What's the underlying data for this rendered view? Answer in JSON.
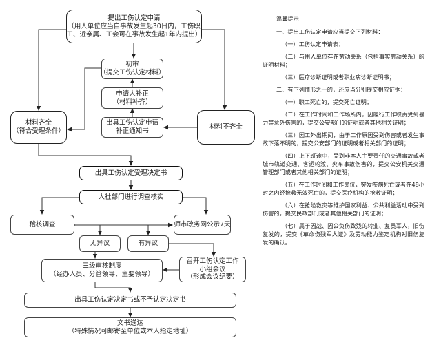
{
  "flowchart": {
    "apply": {
      "line1": "提出工伤认定申请",
      "line2": "（用人单位应当自事故发生起30日内，工伤职",
      "line3": "工、近亲属、工会可在事故发生起1年内提出）"
    },
    "initial_review": {
      "line1": "初审",
      "line2": "（提交工伤认定材料）"
    },
    "supplement": {
      "line1": "申请人补正",
      "line2": "（材料补齐）"
    },
    "supplement_notice": {
      "line1": "出具工伤认定申请",
      "line2": "补正通知书"
    },
    "materials_complete": {
      "line1": "材料齐全",
      "line2": "（符合受理条件）"
    },
    "materials_incomplete": {
      "line1": "材料不齐全"
    },
    "acceptance_decision": {
      "line1": "出具工伤认定受理决定书"
    },
    "investigation": {
      "line1": "人社部门进行调查核实"
    },
    "audit": {
      "line1": "稽核调查"
    },
    "publicity": {
      "line1": "师市政务网公示7天"
    },
    "no_objection": {
      "line1": "无异议"
    },
    "objection": {
      "line1": "有异议"
    },
    "three_level_review": {
      "line1": "三级审核制度",
      "line2": "（经办人员、分管领导、主要领导）"
    },
    "work_group_meeting": {
      "line1": "召开工伤认定工作",
      "line2": "小组会议",
      "line3": "（形成会议纪要）"
    },
    "final_decision": {
      "line1": "出具工伤认定决定书或不予认定决定书"
    },
    "delivery": {
      "line1": "文书送达",
      "line2": "（特殊情况可邮寄至单位或本人指定地址）"
    }
  },
  "tips": {
    "title": "温馨提示",
    "section1": "一、提出工伤认定申请应当提交下列材料：",
    "section1_items": [
      "（一）工伤认定申请表；",
      "（二）与用人单位存在劳动关系（包括事实劳动关系）的证明材料；",
      "（三）医疗诊断证明或者职业病诊断证明书；"
    ],
    "section2": "二、有下列情形之一的，还应当分别提交相应证据：",
    "section2_items": [
      "（一）职工死亡的，提交死亡证明；",
      "（二）在工作时间和工作场所内，因履行工作职责受到暴力等意外伤害的，提交公安部门的证明或者其他相关证明；",
      "（三）因工外出期间，由于工作原因受到伤害或者发生事故下落不明的，提交公安部门的证明或者相关部门的证明；",
      "（四）上下班途中，受到非本人主要责任的交通事故或者城市轨道交通、客运轮渡、火车事故伤害的，提交公安机关交通管理部门或者其他相关部门的证明；",
      "（五）在工作时间和工作岗位，突发疾病死亡或者在48小时之内经抢救无效死亡的，提交医疗机构的抢救证明；",
      "（六）在抢险救灾等维护国家利益、公共利益活动中受到伤害的，提交民政部门或者其他相关部门的证明；",
      "（七）属于因战、因公负伤致残的转业、复员军人，旧伤复发的，提交《革命伤残军人证》及劳动能力鉴定机构对旧伤复发的确认。"
    ]
  }
}
